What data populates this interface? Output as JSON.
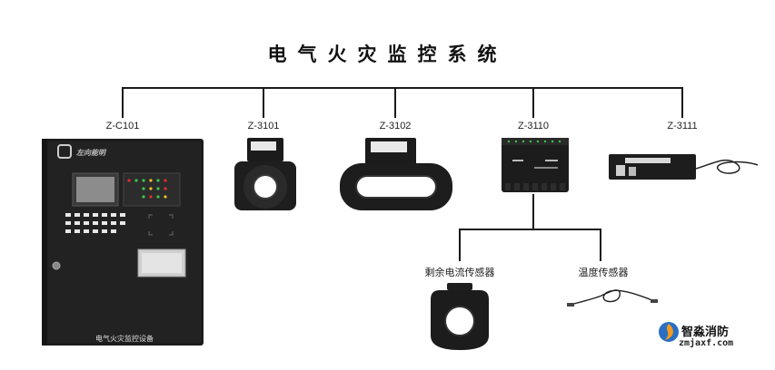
{
  "title": "电气火灾监控系统",
  "devices": [
    {
      "model": "Z-C101"
    },
    {
      "model": "Z-3101"
    },
    {
      "model": "Z-3102"
    },
    {
      "model": "Z-3110"
    },
    {
      "model": "Z-3111"
    }
  ],
  "sensors": [
    {
      "label": "剩余电流传感器"
    },
    {
      "label": "温度传感器"
    }
  ],
  "panel": {
    "caption": "电气火灾监控设备",
    "brand": "左向能明"
  },
  "watermark": {
    "name": "智淼消防",
    "url": "zmjaxf.com"
  },
  "colors": {
    "device_body": "#1b1b1b",
    "line": "#1a1a1a",
    "led_green": "#3cc84b",
    "led_red": "#e03030",
    "led_yellow": "#f0c020",
    "logo_orange": "#f39a1e",
    "logo_blue": "#2a6fc4"
  }
}
